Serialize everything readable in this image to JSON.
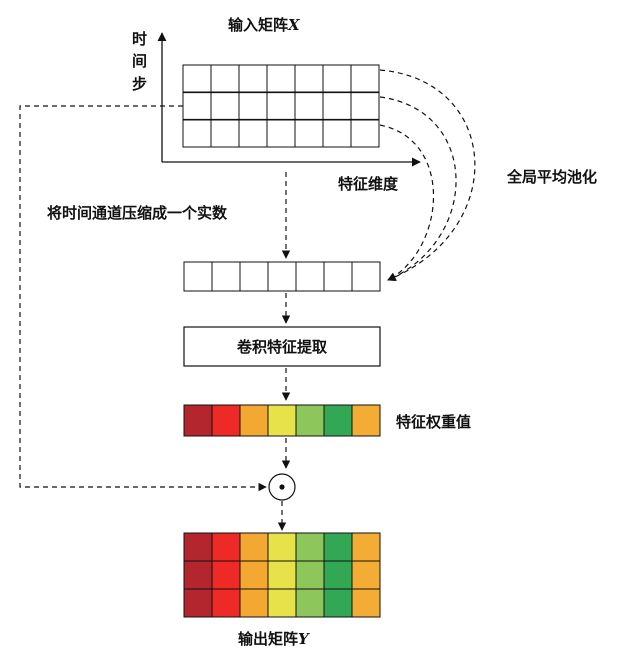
{
  "labels": {
    "input_matrix_prefix": "输入矩阵",
    "input_matrix_var": "X",
    "time_axis": [
      "时",
      "间",
      "步"
    ],
    "feature_axis": "特征维度",
    "compress_text": "将时间通道压缩成一个实数",
    "global_avg_pool": "全局平均池化",
    "conv_feature": "卷积特征提取",
    "feature_weights": "特征权重值",
    "multiply_symbol": "⊙",
    "output_matrix_prefix": "输出矩阵",
    "output_matrix_var": "Y"
  },
  "matrix": {
    "rows": 3,
    "cols": 7
  },
  "weight_colors": [
    "#b3262e",
    "#ee2a26",
    "#f3a831",
    "#e8e24a",
    "#8dc65a",
    "#32a854",
    "#f3ad34"
  ],
  "colors": {
    "stroke": "#111111",
    "background": "#ffffff"
  }
}
